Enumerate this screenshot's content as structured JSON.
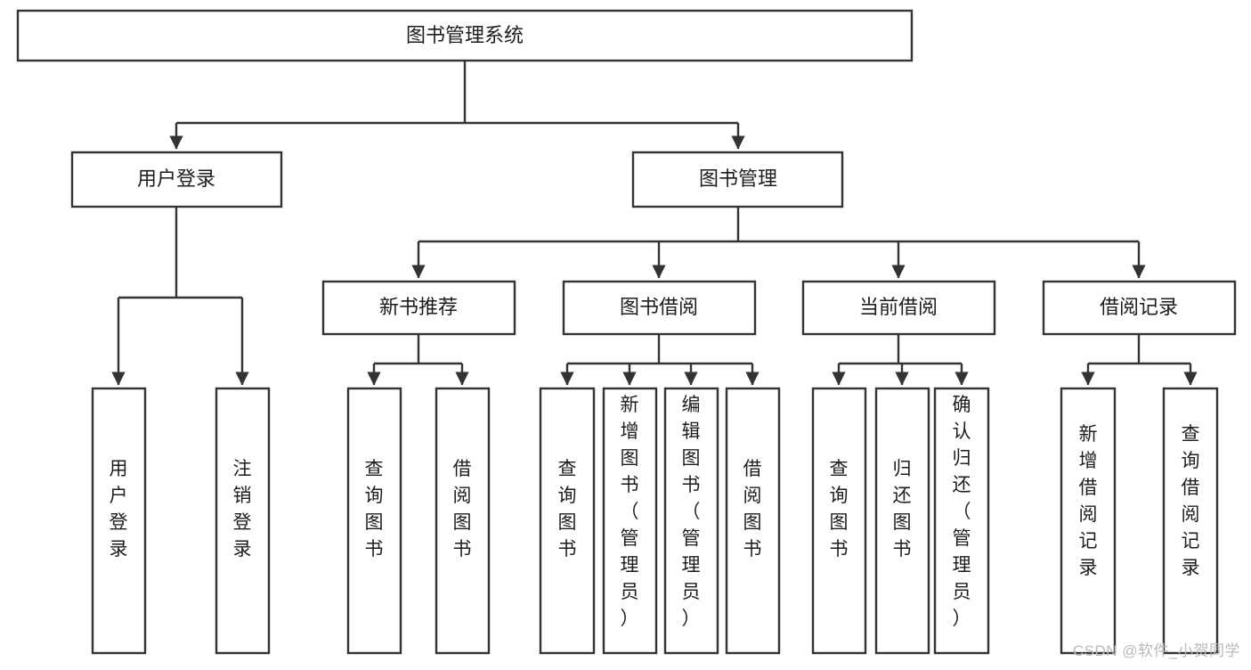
{
  "diagram": {
    "title": "图书管理系统",
    "type": "tree",
    "orientation": "top-down",
    "colors": {
      "box_stroke": "#333333",
      "box_fill": "#ffffff",
      "text": "#1d1d1d",
      "background": "#ffffff",
      "watermark": "#b9b9b9"
    },
    "root": {
      "id": "root",
      "label": "图书管理系统",
      "text_orientation": "horizontal"
    },
    "level2": [
      {
        "id": "user-login",
        "label": "用户登录",
        "text_orientation": "horizontal"
      },
      {
        "id": "book-manage",
        "label": "图书管理",
        "text_orientation": "horizontal"
      }
    ],
    "level3": [
      {
        "id": "new-book-recommend",
        "label": "新书推荐",
        "parent": "book-manage",
        "text_orientation": "horizontal"
      },
      {
        "id": "book-borrow",
        "label": "图书借阅",
        "parent": "book-manage",
        "text_orientation": "horizontal"
      },
      {
        "id": "current-borrow",
        "label": "当前借阅",
        "parent": "book-manage",
        "text_orientation": "horizontal"
      },
      {
        "id": "borrow-record",
        "label": "借阅记录",
        "parent": "book-manage",
        "text_orientation": "horizontal"
      }
    ],
    "leaves": [
      {
        "id": "leaf-user-login",
        "label": "用户登录",
        "parent": "user-login",
        "text_orientation": "vertical"
      },
      {
        "id": "leaf-logout-login",
        "label": "注销登录",
        "parent": "user-login",
        "text_orientation": "vertical"
      },
      {
        "id": "leaf-query-book-1",
        "label": "查询图书",
        "parent": "new-book-recommend",
        "text_orientation": "vertical"
      },
      {
        "id": "leaf-borrow-book-1",
        "label": "借阅图书",
        "parent": "new-book-recommend",
        "text_orientation": "vertical"
      },
      {
        "id": "leaf-query-book-2",
        "label": "查询图书",
        "parent": "book-borrow",
        "text_orientation": "vertical"
      },
      {
        "id": "leaf-add-book-admin",
        "label": "新增图书（管理员）",
        "parent": "book-borrow",
        "text_orientation": "vertical"
      },
      {
        "id": "leaf-edit-book-admin",
        "label": "编辑图书（管理员）",
        "parent": "book-borrow",
        "text_orientation": "vertical"
      },
      {
        "id": "leaf-borrow-book-2",
        "label": "借阅图书",
        "parent": "book-borrow",
        "text_orientation": "vertical"
      },
      {
        "id": "leaf-query-book-3",
        "label": "查询图书",
        "parent": "current-borrow",
        "text_orientation": "vertical"
      },
      {
        "id": "leaf-return-book",
        "label": "归还图书",
        "parent": "current-borrow",
        "text_orientation": "vertical"
      },
      {
        "id": "leaf-confirm-return-admin",
        "label": "确认归还（管理员）",
        "parent": "current-borrow",
        "text_orientation": "vertical"
      },
      {
        "id": "leaf-add-borrow-record",
        "label": "新增借阅记录",
        "parent": "borrow-record",
        "text_orientation": "vertical"
      },
      {
        "id": "leaf-query-borrow-record",
        "label": "查询借阅记录",
        "parent": "borrow-record",
        "text_orientation": "vertical"
      }
    ]
  },
  "watermark": {
    "text": "CSDN @软件_小贺同学"
  }
}
